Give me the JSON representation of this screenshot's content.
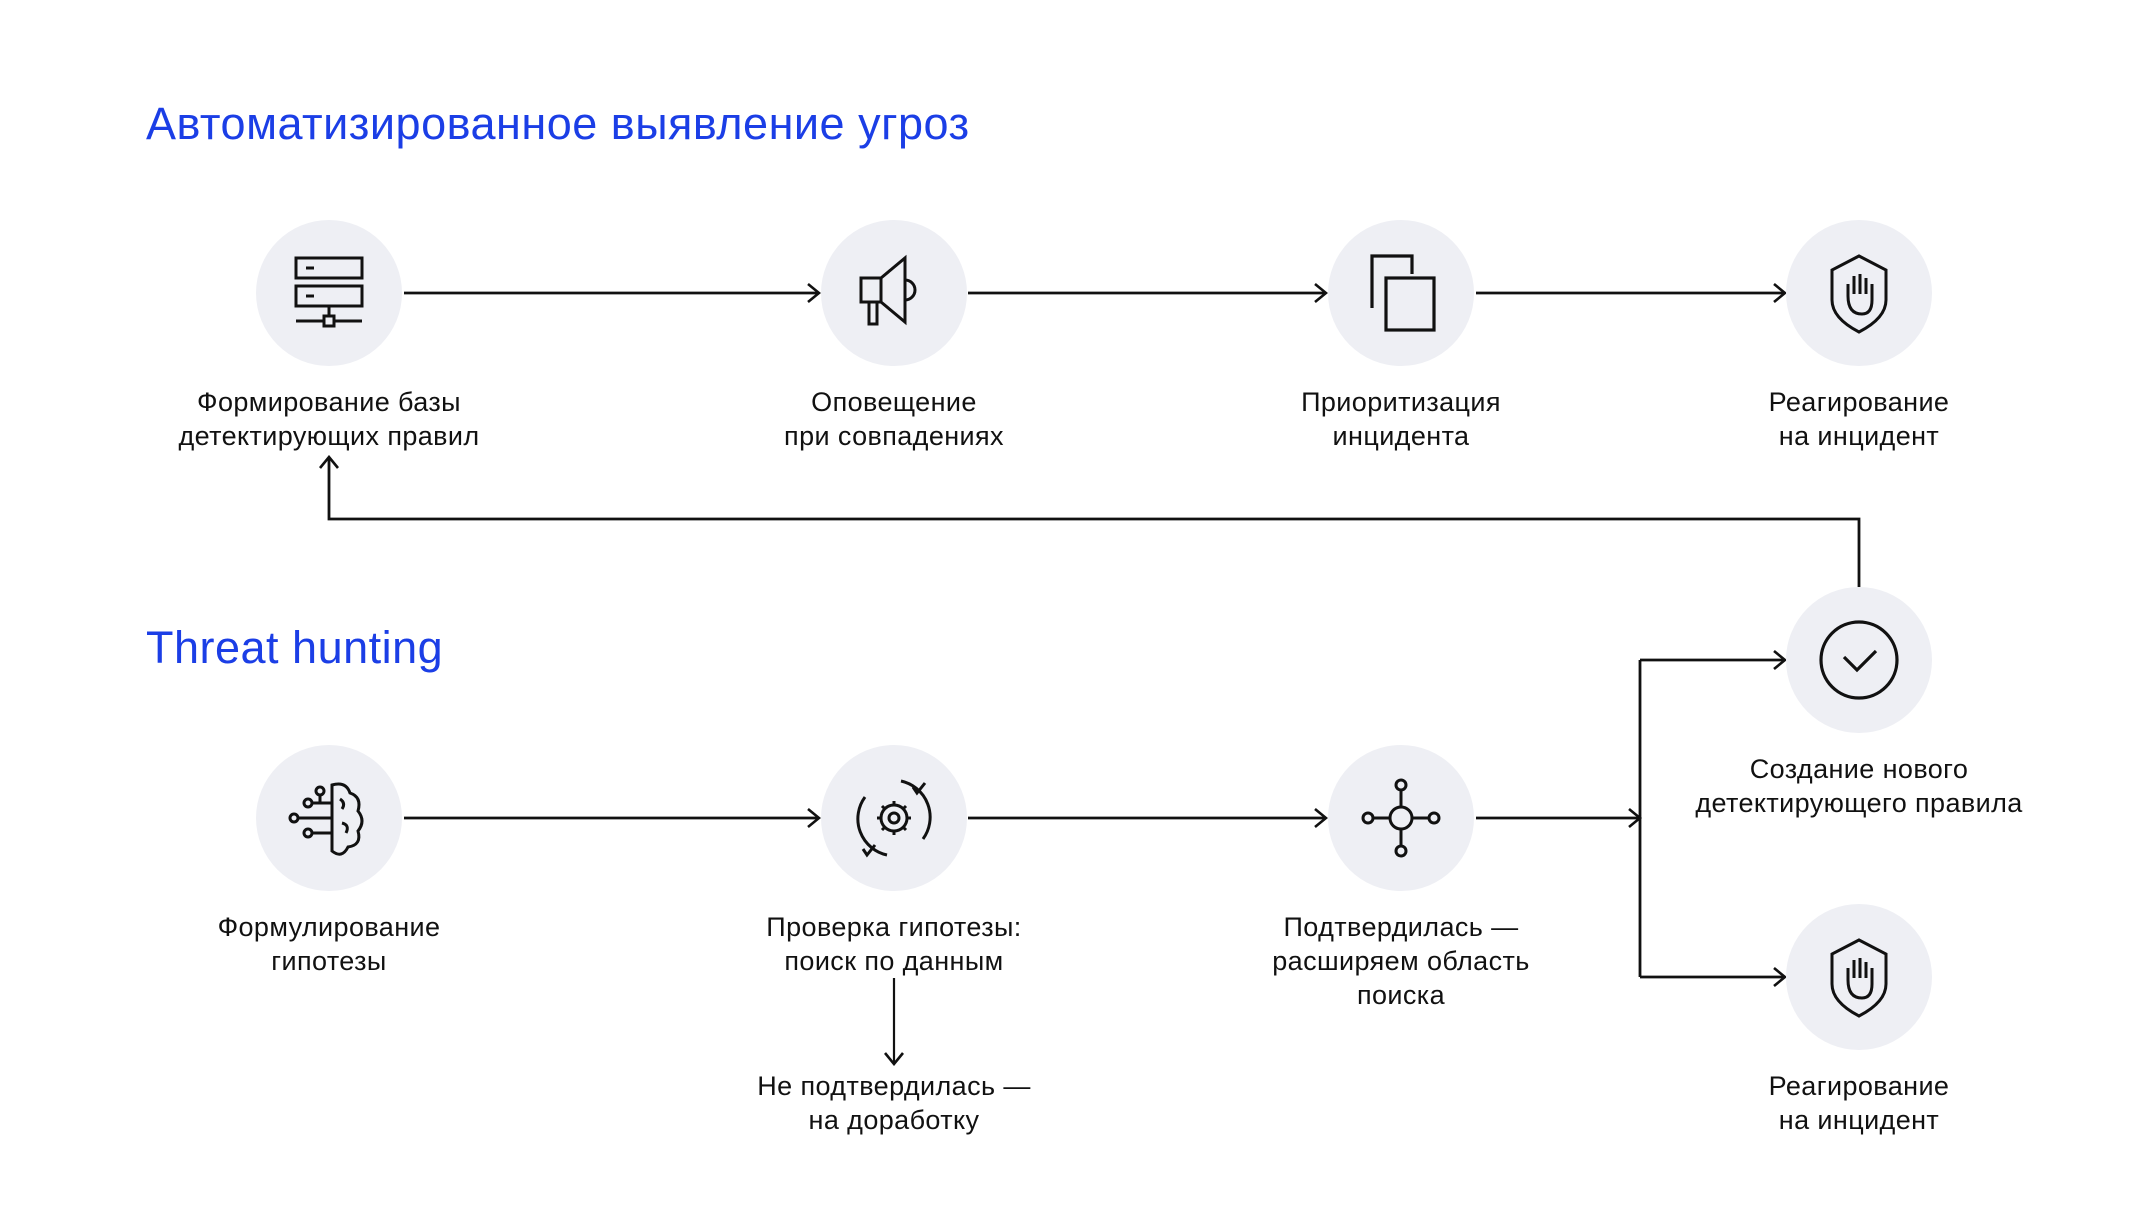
{
  "sections": {
    "automated": {
      "title": "Автоматизированное выявление угроз",
      "steps": [
        {
          "icon": "server-rack-icon",
          "lines": [
            "Формирование базы",
            "детектирующих правил"
          ]
        },
        {
          "icon": "megaphone-icon",
          "lines": [
            "Оповещение",
            "при совпадениях"
          ]
        },
        {
          "icon": "layered-squares-icon",
          "lines": [
            "Приоритизация",
            "инцидента"
          ]
        },
        {
          "icon": "shield-hand-icon",
          "lines": [
            "Реагирование",
            "на инцидент"
          ]
        }
      ]
    },
    "hunting": {
      "title": "Threat hunting",
      "steps": [
        {
          "icon": "brain-circuit-icon",
          "lines": [
            "Формулирование",
            "гипотезы"
          ]
        },
        {
          "icon": "gear-cycle-icon",
          "lines": [
            "Проверка гипотезы:",
            "поиск по данным"
          ]
        },
        {
          "icon": "network-hub-icon",
          "lines": [
            "Подтвердилась —",
            "расширяем область",
            "поиска"
          ]
        },
        {
          "icon": "check-circle-icon",
          "lines": [
            "Создание нового",
            "детектирующего правила"
          ]
        },
        {
          "icon": "shield-hand-icon",
          "lines": [
            "Реагирование",
            "на инцидент"
          ]
        }
      ],
      "rejected": {
        "lines": [
          "Не подтвердилась —",
          "на доработку"
        ]
      }
    }
  },
  "colors": {
    "accent": "#1b3ee6",
    "node_fill": "#eeeff4",
    "stroke": "#111111"
  }
}
